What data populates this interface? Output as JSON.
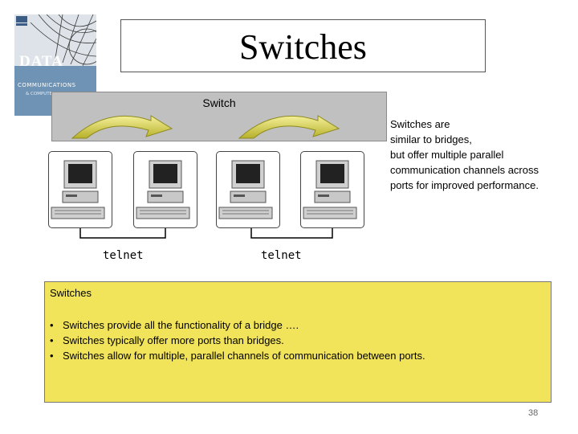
{
  "slide": {
    "title": "Switches",
    "page_number": "38"
  },
  "book_cover": {
    "title_word": "DATA",
    "subtitle_line1": "COMMUNICATIONS",
    "subtitle_line2": "& COMPUTER NETWORKS"
  },
  "diagram": {
    "switch_label": "Switch",
    "telnet_labels": [
      "telnet",
      "telnet"
    ],
    "colors": {
      "switch_bar": "#c0c0c0",
      "arrow_fill": "#d6d24a"
    }
  },
  "description": {
    "lines": [
      "Switches are",
      "similar to bridges,",
      "but offer multiple parallel",
      "communication channels across",
      "ports for improved performance."
    ]
  },
  "panel": {
    "title": "Switches",
    "bullets": [
      "Switches provide all the functionality of a bridge ….",
      "Switches typically offer more ports than bridges.",
      "Switches allow for multiple, parallel channels of communication between ports."
    ],
    "background": "#f2e45a"
  }
}
